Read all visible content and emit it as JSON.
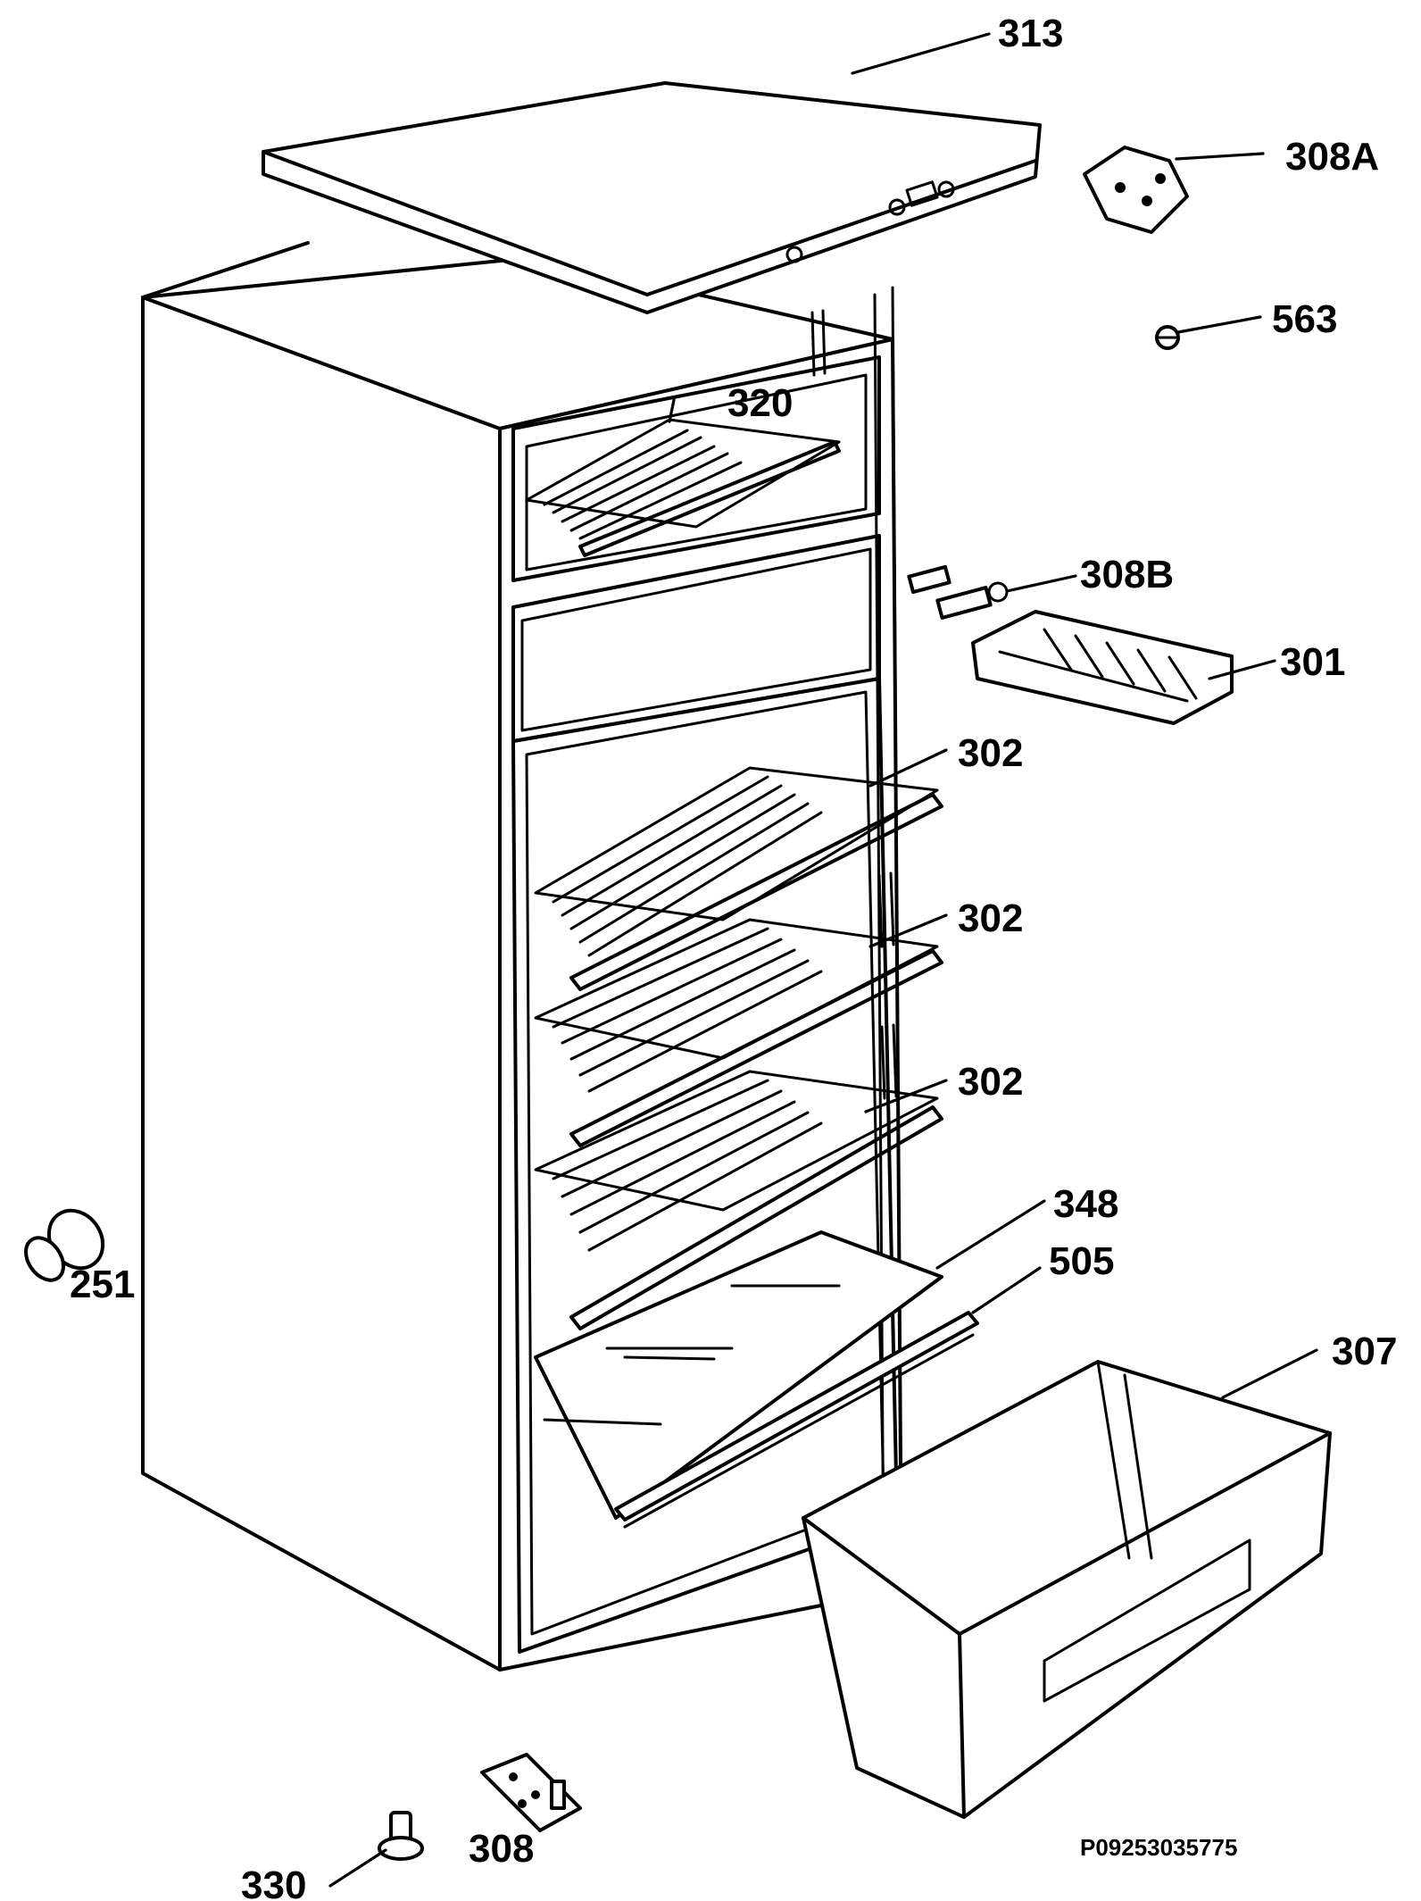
{
  "parts": {
    "p313": "313",
    "p308a": "308A",
    "p563": "563",
    "p320": "320",
    "p308b": "308B",
    "p301": "301",
    "p302a": "302",
    "p302b": "302",
    "p302c": "302",
    "p348": "348",
    "p505": "505",
    "p251": "251",
    "p307": "307",
    "p330": "330",
    "p308": "308"
  },
  "reference_code": "P09253035775"
}
